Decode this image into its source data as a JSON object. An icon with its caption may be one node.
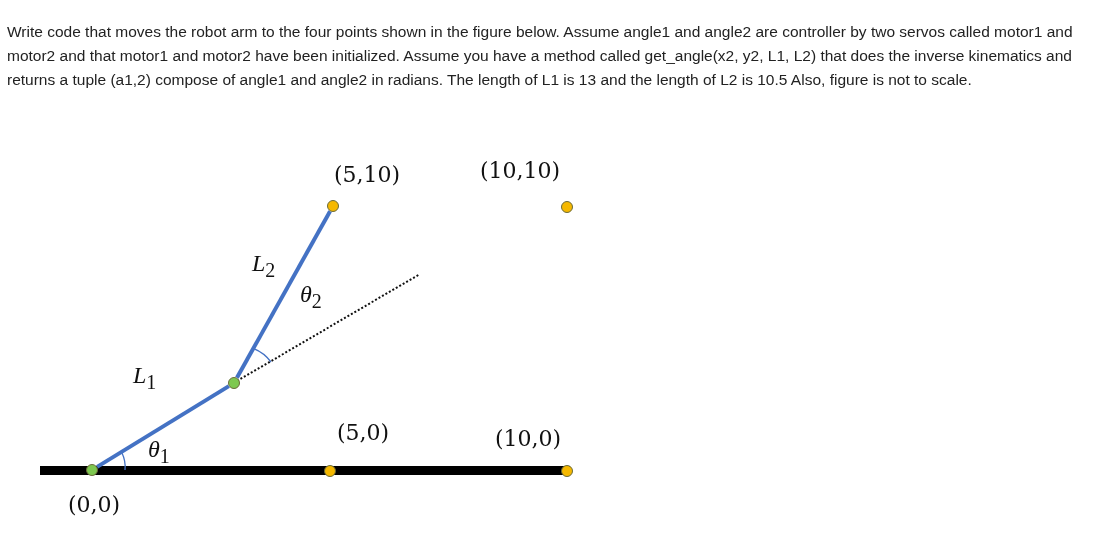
{
  "diagram": {
    "title": "Write code that moves the robot arm to the four points shown in the figure below. Assume angle1 and angle2 are controller by two servos called motor1 and motor2 and that motor1 and motor2 have been initialized. Assume you have a method called get_angle(x2, y2, L1, L2) that does the inverse kinematics and returns a tuple (a1,2) compose of angle1 and angle2 in radians. The length of L1 is 13 and the length of L2 is 10.5 Also, figure is not to scale.",
    "nodes": [
      {
        "text": [],
        "shape": "circle",
        "beside": [
          "(0,0)"
        ]
      },
      {
        "text": [],
        "shape": "circle"
      },
      {
        "text": [],
        "shape": "circle",
        "beside": [
          "(5,10)"
        ]
      },
      {
        "text": [],
        "shape": "circle",
        "beside": [
          "(10,10)"
        ]
      },
      {
        "text": [],
        "shape": "circle",
        "beside": [
          "(5,0)"
        ]
      },
      {
        "text": [],
        "shape": "circle",
        "beside": [
          "(10,0)"
        ]
      }
    ],
    "edges": [
      {
        "from": 0,
        "to": 1,
        "arrow": "none",
        "label": "*L*$_{1}$"
      },
      {
        "from": 1,
        "to": 2,
        "arrow": "none",
        "label": "*L*$_{2}$"
      }
    ],
    "labels": [
      "*θ*$_{2}$",
      "*θ*$_{1}$"
    ]
  }
}
